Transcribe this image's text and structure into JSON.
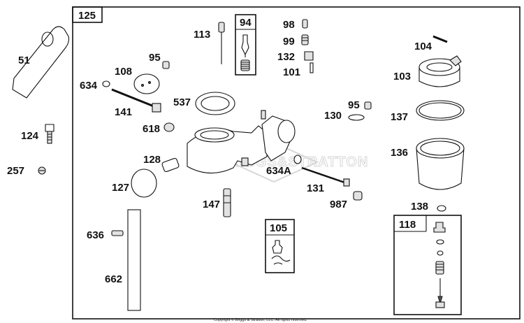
{
  "diagram": {
    "main_box_label": "125",
    "copyright": "Copyright © Briggs & Stratton, LLC. All rights reserved.",
    "watermark": "BRIGGS&STRATTON",
    "sub_boxes": [
      {
        "id": "box-94",
        "label": "94"
      },
      {
        "id": "box-105",
        "label": "105"
      },
      {
        "id": "box-118",
        "label": "118"
      }
    ],
    "callouts": [
      {
        "id": "51",
        "text": "51"
      },
      {
        "id": "124",
        "text": "124"
      },
      {
        "id": "257",
        "text": "257"
      },
      {
        "id": "113",
        "text": "113"
      },
      {
        "id": "98",
        "text": "98"
      },
      {
        "id": "99",
        "text": "99"
      },
      {
        "id": "132",
        "text": "132"
      },
      {
        "id": "101",
        "text": "101"
      },
      {
        "id": "104",
        "text": "104"
      },
      {
        "id": "103",
        "text": "103"
      },
      {
        "id": "95a",
        "text": "95"
      },
      {
        "id": "108",
        "text": "108"
      },
      {
        "id": "634",
        "text": "634"
      },
      {
        "id": "141",
        "text": "141"
      },
      {
        "id": "537",
        "text": "537"
      },
      {
        "id": "618",
        "text": "618"
      },
      {
        "id": "95b",
        "text": "95"
      },
      {
        "id": "130",
        "text": "130"
      },
      {
        "id": "137",
        "text": "137"
      },
      {
        "id": "136",
        "text": "136"
      },
      {
        "id": "128",
        "text": "128"
      },
      {
        "id": "127",
        "text": "127"
      },
      {
        "id": "634A",
        "text": "634A"
      },
      {
        "id": "131",
        "text": "131"
      },
      {
        "id": "987",
        "text": "987"
      },
      {
        "id": "147",
        "text": "147"
      },
      {
        "id": "138",
        "text": "138"
      },
      {
        "id": "636",
        "text": "636"
      },
      {
        "id": "662",
        "text": "662"
      }
    ]
  }
}
